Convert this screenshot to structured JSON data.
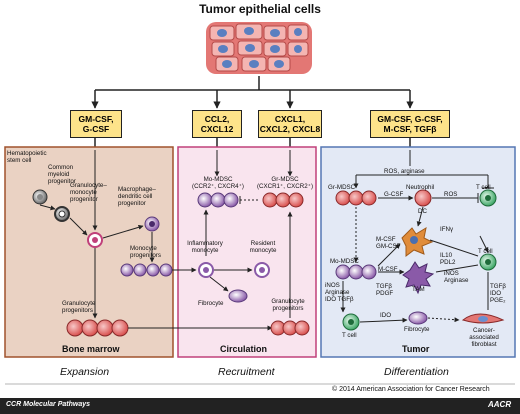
{
  "title": "Tumor epithelial cells",
  "cytokines": {
    "expansion": [
      "GM-CSF,",
      "G-CSF"
    ],
    "mo_recruit": [
      "CCL2,",
      "CXCL12"
    ],
    "gr_recruit": [
      "CXCL1,",
      "CXCL2, CXCL8"
    ],
    "differentiation": [
      "GM-CSF, G-CSF,",
      "M-CSF, TGFβ"
    ]
  },
  "bone_marrow": {
    "hsc": [
      "Hematopoietic",
      "stem cell"
    ],
    "cmp": [
      "Common",
      "myeloid",
      "progenitor"
    ],
    "gmp": [
      "Granulocyte–",
      "monocyte",
      "progenitor"
    ],
    "mdp": [
      "Macrophage–",
      "dendritic cell",
      "progenitor"
    ],
    "mono_prog": [
      "Monocyte",
      "progenitors"
    ],
    "gran_prog": [
      "Granulocyte",
      "progenitors"
    ]
  },
  "circulation": {
    "mo_mdsc": [
      "Mo-MDSC",
      "(CCR2⁺, CXCR4⁺)"
    ],
    "gr_mdsc": [
      "Gr-MDSC",
      "(CXCR1⁺, CXCR2⁺)"
    ],
    "inflam_mono": [
      "Inflammatory",
      "monocyte"
    ],
    "resident_mono": [
      "Resident",
      "monocyte"
    ],
    "fibrocyte": "Fibrocyte",
    "gran_prog": [
      "Granulocyte",
      "progenitors"
    ]
  },
  "tumor": {
    "ros_arginase": "ROS, arginase",
    "gr_mdsc": "Gr-MDSC",
    "neutrophil": "Neutrophil",
    "t_cell": "T cell",
    "g_csf": "G-CSF",
    "ros": "ROS",
    "dc": "DC",
    "ifng": "IFNγ",
    "m_csf_gm_csf": [
      "M-CSF",
      "GM-CSF"
    ],
    "mo_mdsc": "Mo-MDSC",
    "il10_pdl2": [
      "IL10",
      "PDL2"
    ],
    "m_csf": "M-CSF",
    "inos_arginase": [
      "iNOS",
      "Arginase"
    ],
    "tam": "TAM",
    "mdsc_factors": [
      "iNOS",
      "Arginase",
      "IDO  TGFβ"
    ],
    "tgfb_pdgf": [
      "TGFβ",
      "PDGF"
    ],
    "caf_factors": [
      "TGFβ",
      "IDO",
      "PGE₂"
    ],
    "ido": "IDO",
    "fibrocyte": "Fibrocyte",
    "caf": [
      "Cancer-",
      "associated",
      "fibroblast"
    ]
  },
  "panels": {
    "bone_marrow": "Bone marrow",
    "circulation": "Circulation",
    "tumor": "Tumor"
  },
  "stages": [
    "Expansion",
    "Recruitment",
    "Differentiation"
  ],
  "copyright": "© 2014 American Association for Cancer Research",
  "footer": {
    "journal": "CCR Molecular Pathways",
    "logo": "AACR"
  }
}
